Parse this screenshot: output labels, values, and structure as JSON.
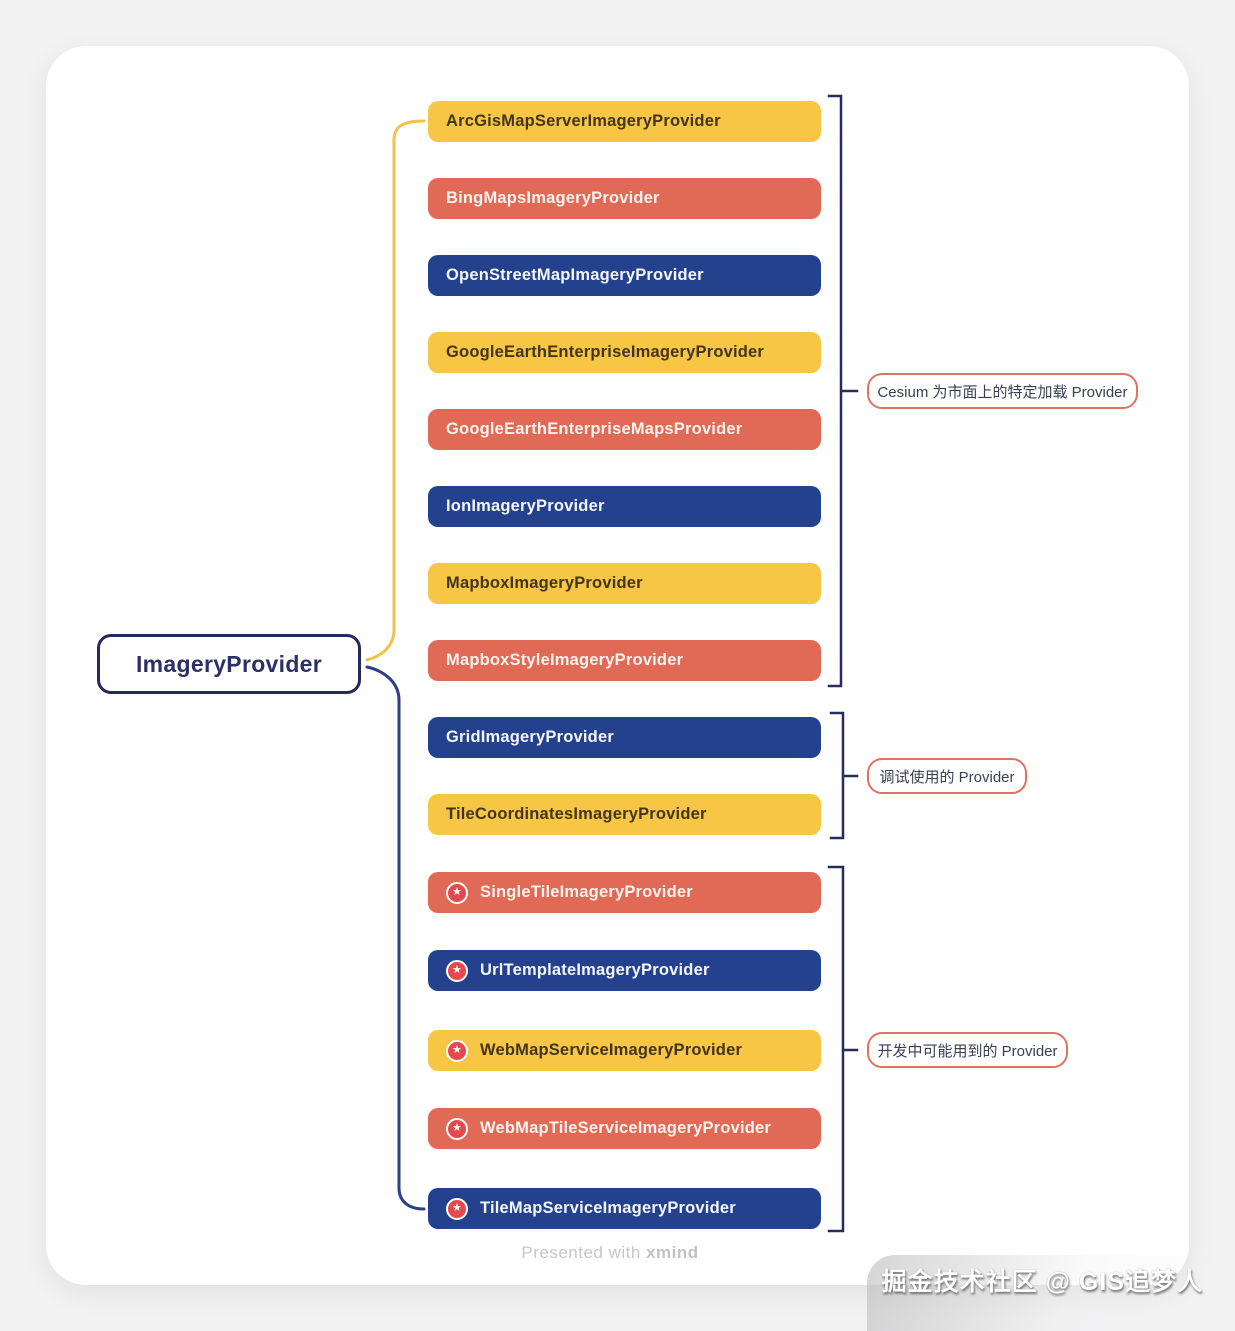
{
  "page": {
    "background_color": "#F2F2F3",
    "card_color": "#FFFFFF"
  },
  "palette": {
    "node_yellow": "#F7C644",
    "node_red": "#E06A55",
    "node_blue": "#24418E",
    "bracket_line": "#262C5B",
    "connector_yellow": "#F2C14A",
    "connector_navy": "#2E3F85",
    "annotation_border": "#DF7260",
    "star_badge": "#E5494D",
    "root_border": "#242A5C"
  },
  "root": {
    "label": "ImageryProvider"
  },
  "groups": [
    {
      "annotation": "Cesium 为市面上的特定加载 Provider",
      "nodes": [
        {
          "label": "ArcGisMapServerImageryProvider",
          "color": "yellow",
          "starred": false
        },
        {
          "label": "BingMapsImageryProvider",
          "color": "red",
          "starred": false
        },
        {
          "label": "OpenStreetMapImageryProvider",
          "color": "blue",
          "starred": false
        },
        {
          "label": "GoogleEarthEnterpriseImageryProvider",
          "color": "yellow",
          "starred": false
        },
        {
          "label": "GoogleEarthEnterpriseMapsProvider",
          "color": "red",
          "starred": false
        },
        {
          "label": "IonImageryProvider",
          "color": "blue",
          "starred": false
        },
        {
          "label": "MapboxImageryProvider",
          "color": "yellow",
          "starred": false
        },
        {
          "label": "MapboxStyleImageryProvider",
          "color": "red",
          "starred": false
        }
      ]
    },
    {
      "annotation": "调试使用的 Provider",
      "nodes": [
        {
          "label": "GridImageryProvider",
          "color": "blue",
          "starred": false
        },
        {
          "label": "TileCoordinatesImageryProvider",
          "color": "yellow",
          "starred": false
        }
      ]
    },
    {
      "annotation": "开发中可能用到的 Provider",
      "nodes": [
        {
          "label": "SingleTileImageryProvider",
          "color": "red",
          "starred": true
        },
        {
          "label": "UrlTemplateImageryProvider",
          "color": "blue",
          "starred": true
        },
        {
          "label": "WebMapServiceImageryProvider",
          "color": "yellow",
          "starred": true
        },
        {
          "label": "WebMapTileServiceImageryProvider",
          "color": "red",
          "starred": true
        },
        {
          "label": "TileMapServiceImageryProvider",
          "color": "blue",
          "starred": true
        }
      ]
    }
  ],
  "icons": {
    "star": "★"
  },
  "footer": {
    "presented_with": "Presented with",
    "brand": "xmind"
  },
  "watermark": "掘金技术社区 @ GIS追梦人"
}
